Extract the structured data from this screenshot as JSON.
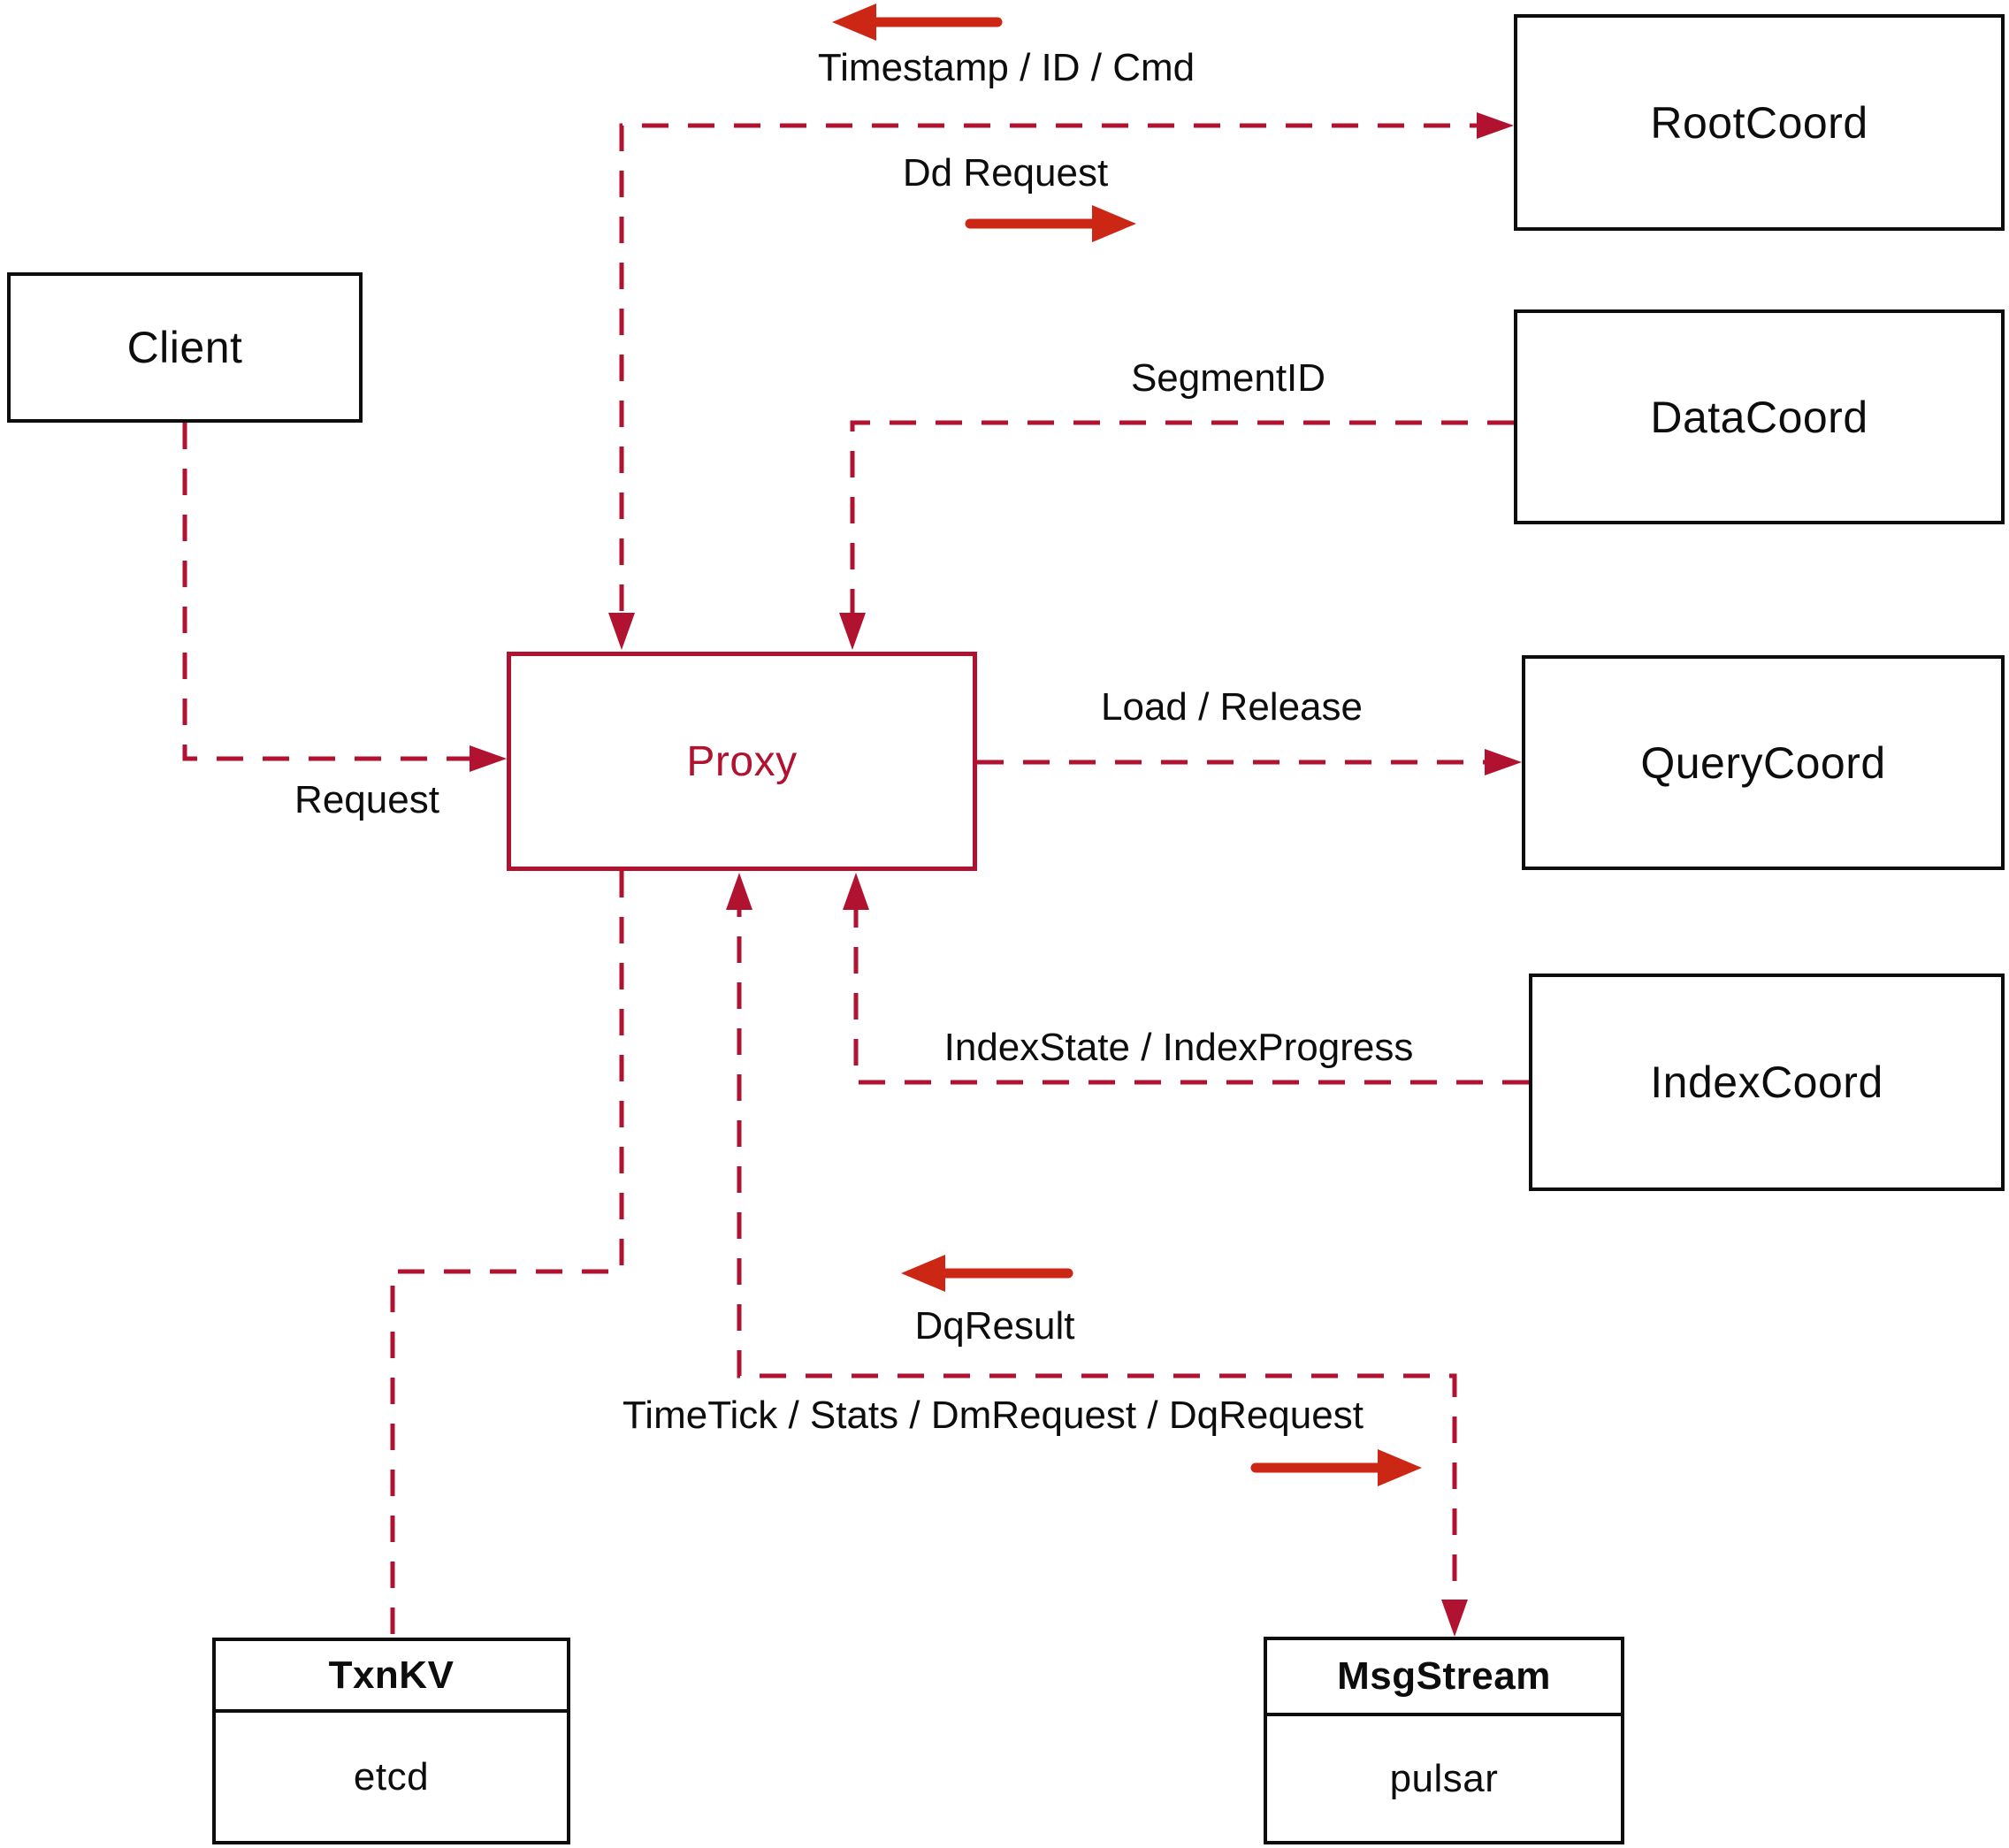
{
  "diagram": {
    "name": "proxy-architecture-diagram"
  },
  "nodes": {
    "client": {
      "label": "Client"
    },
    "root_coord": {
      "label": "RootCoord"
    },
    "data_coord": {
      "label": "DataCoord"
    },
    "query_coord": {
      "label": "QueryCoord"
    },
    "index_coord": {
      "label": "IndexCoord"
    },
    "proxy": {
      "label": "Proxy"
    },
    "txn_kv": {
      "title": "TxnKV",
      "impl": "etcd"
    },
    "msg_stream": {
      "title": "MsgStream",
      "impl": "pulsar"
    }
  },
  "edge_labels": {
    "timestamp": "Timestamp / ID / Cmd",
    "dd_request": "Dd Request",
    "segment_id": "SegmentID",
    "load_release": "Load / Release",
    "index_state": "IndexState / IndexProgress",
    "dq_result": "DqResult",
    "time_tick": "TimeTick / Stats / DmRequest / DqRequest",
    "request": "Request"
  },
  "colors": {
    "connector": "#b01230",
    "arrow": "#cc2614",
    "box_border": "#0d0d0d",
    "text": "#0d0d0d"
  }
}
